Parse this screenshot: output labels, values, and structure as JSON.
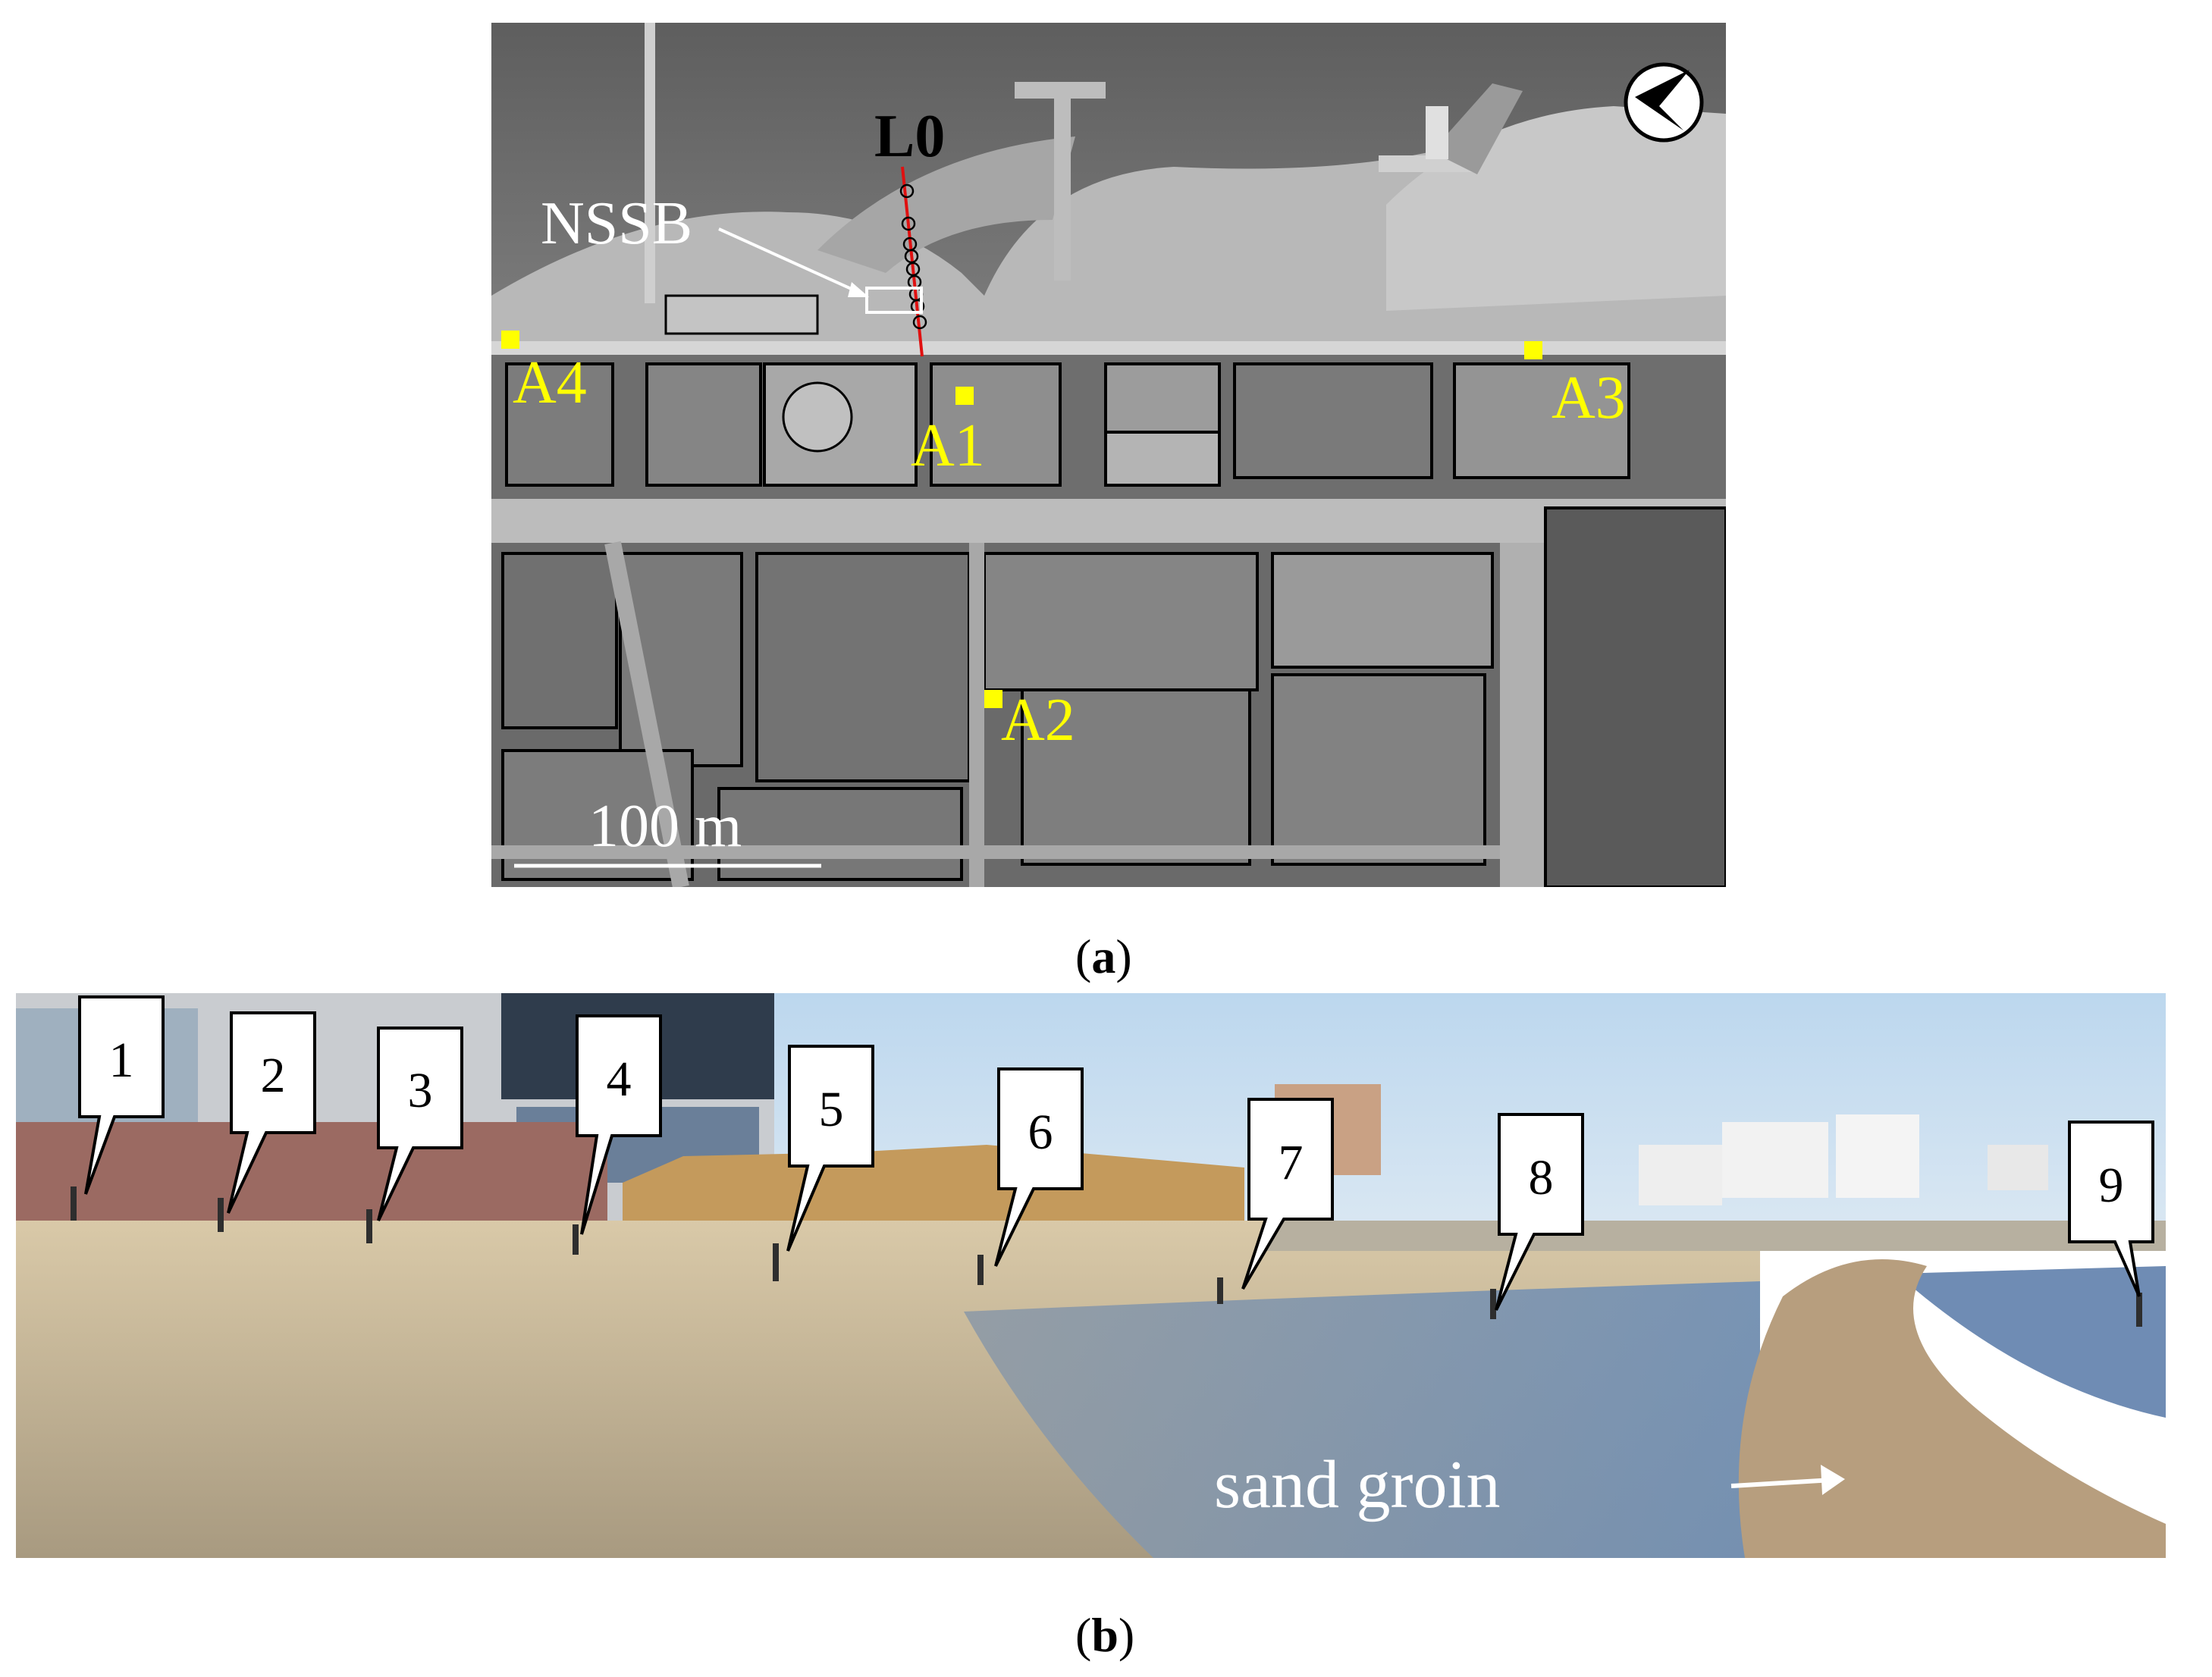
{
  "panel_a": {
    "labels": {
      "l0": "L0",
      "nssb": "NSSB",
      "a1": "A1",
      "a2": "A2",
      "a3": "A3",
      "a4": "A4",
      "scale": "100 m"
    },
    "colors": {
      "marker": "#ffff00",
      "profile_line": "#e01010",
      "label_text": "#ffffff"
    },
    "icons": [
      "north-arrow-icon"
    ]
  },
  "panel_b": {
    "callouts": [
      "1",
      "2",
      "3",
      "4",
      "5",
      "6",
      "7",
      "8",
      "9"
    ],
    "annotation": "sand groin"
  },
  "captions": {
    "a": "a",
    "b": "b"
  }
}
